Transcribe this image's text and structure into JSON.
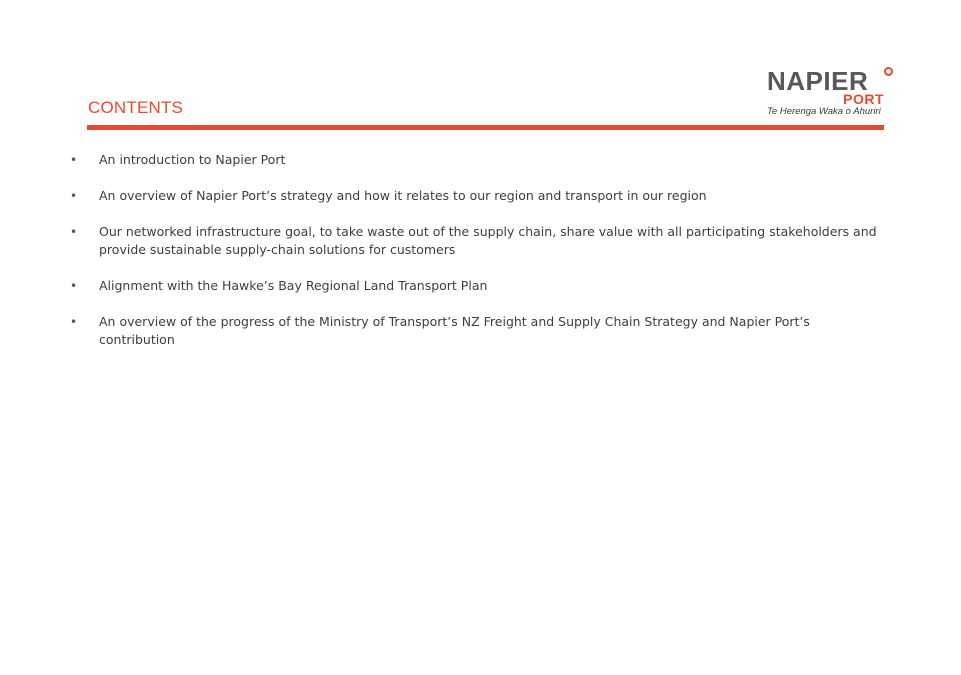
{
  "header": {
    "title": "CONTENTS",
    "accent_color": "#e84a2f"
  },
  "logo": {
    "word": "NAPIER",
    "sub": "PORT",
    "tagline": "Te Herenga Waka o Ahuriri",
    "icon": "ring-icon"
  },
  "contents": {
    "bullet_symbol": "•",
    "items": [
      "An introduction to Napier Port",
      "An overview of Napier Port’s strategy and how it relates to our region and transport in our region",
      "Our networked infrastructure goal, to take waste out of the supply chain, share value with all participating stakeholders and provide sustainable supply-chain solutions for customers",
      "Alignment with the Hawke’s Bay Regional Land Transport Plan",
      "An overview of the progress of the Ministry of Transport’s NZ Freight and Supply Chain Strategy and Napier Port’s contribution"
    ]
  }
}
